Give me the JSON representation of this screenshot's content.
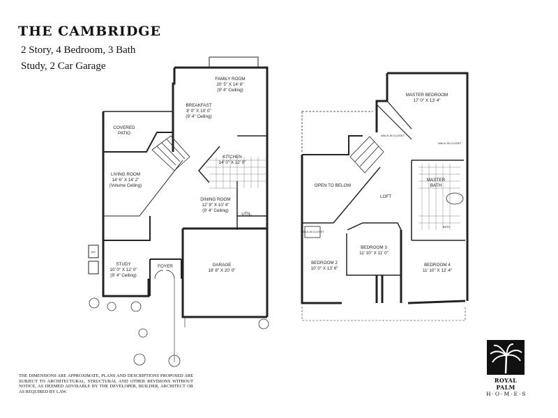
{
  "header": {
    "title": "THE CAMBRIDGE",
    "line1": "2 Story, 4 Bedroom, 3 Bath",
    "line2": "Study, 2 Car Garage"
  },
  "first_floor": {
    "family_room": {
      "name": "FAMILY ROOM",
      "size": "20' 5\" X 14' 6\"",
      "note": "(9' 4\" Ceiling)"
    },
    "breakfast": {
      "name": "BREAKFAST",
      "size": "8' 0\" X 10' 0\"",
      "note": "(9' 4\" Ceiling)"
    },
    "covered_patio": {
      "name": "COVERED",
      "name2": "PATIO"
    },
    "kitchen": {
      "name": "KITCHEN",
      "size": "14' 0\" X 12' 0\""
    },
    "living_room": {
      "name": "LIVING ROOM",
      "size": "14' 6\" X 14' 2\"",
      "note": "(Volume Ceiling)"
    },
    "dining_room": {
      "name": "DINING ROOM",
      "size": "12' 8\" X 10' 4\"",
      "note": "(9' 4\" Ceiling)"
    },
    "util": {
      "name": "UTIL."
    },
    "study": {
      "name": "STUDY",
      "size": "10' 0\" X 12' 0\"",
      "note": "(9' 4\" Ceiling)"
    },
    "foyer": {
      "name": "FOYER"
    },
    "garage": {
      "name": "GARAGE",
      "size": "18' 8\" X 20' 0\""
    },
    "ac": "A/C"
  },
  "second_floor": {
    "master_bedroom": {
      "name": "MASTER BEDROOM",
      "size": "17' 0\" X 13' 4\""
    },
    "walk_in_closet": "WALK-IN CLOSET",
    "walk_in_closet_2": "WALK-IN CLOSET",
    "walk_in_closet_3": "WALK-IN CLOSET",
    "master_bath": {
      "name": "MASTER",
      "name2": "BATH"
    },
    "open_to_below": "OPEN TO BELOW",
    "loft": "LOFT",
    "bath": "BATH",
    "bedroom2": {
      "name": "BEDROOM 2",
      "size": "10' 0\" X 13' 6\""
    },
    "bedroom3": {
      "name": "BEDROOM 3",
      "size": "11' 10\" X 11' 0\""
    },
    "bedroom4": {
      "name": "BEDROOM 4",
      "size": "11' 10\" X 12' 4\""
    }
  },
  "disclaimer": "The dimensions are approximate, plans and descriptions proposed are subject to architectural, structural and other revisions without notice, as deemed advisable by the developer, builder, architect or as required by law.",
  "logo": {
    "name": "ROYAL PALM",
    "sub": "H·O·M·E·S"
  }
}
